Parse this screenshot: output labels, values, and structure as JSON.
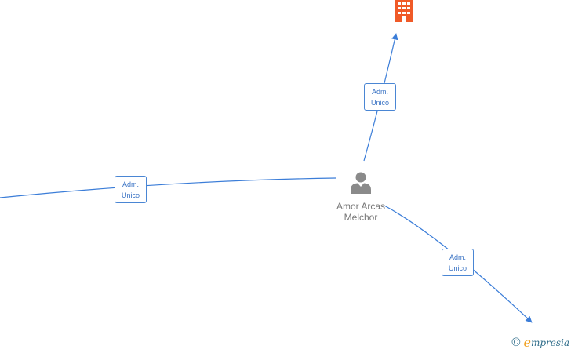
{
  "person": {
    "name_line1": "Amor Arcas",
    "name_line2": "Melchor",
    "icon": "person-icon"
  },
  "company": {
    "icon": "building-icon",
    "color": "#f05a28"
  },
  "edges": [
    {
      "role_line1": "Adm.",
      "role_line2": "Unico",
      "direction": "to-top-company"
    },
    {
      "role_line1": "Adm.",
      "role_line2": "Unico",
      "direction": "to-left-offscreen"
    },
    {
      "role_line1": "Adm.",
      "role_line2": "Unico",
      "direction": "to-bottom-right"
    }
  ],
  "colors": {
    "edge": "#3b7dd8",
    "label_text": "#3a73c4",
    "person_icon": "#8a8a8a",
    "name_text": "#777777"
  },
  "watermark": {
    "copyright": "©",
    "brand_initial": "e",
    "brand_rest": "mpresia"
  }
}
